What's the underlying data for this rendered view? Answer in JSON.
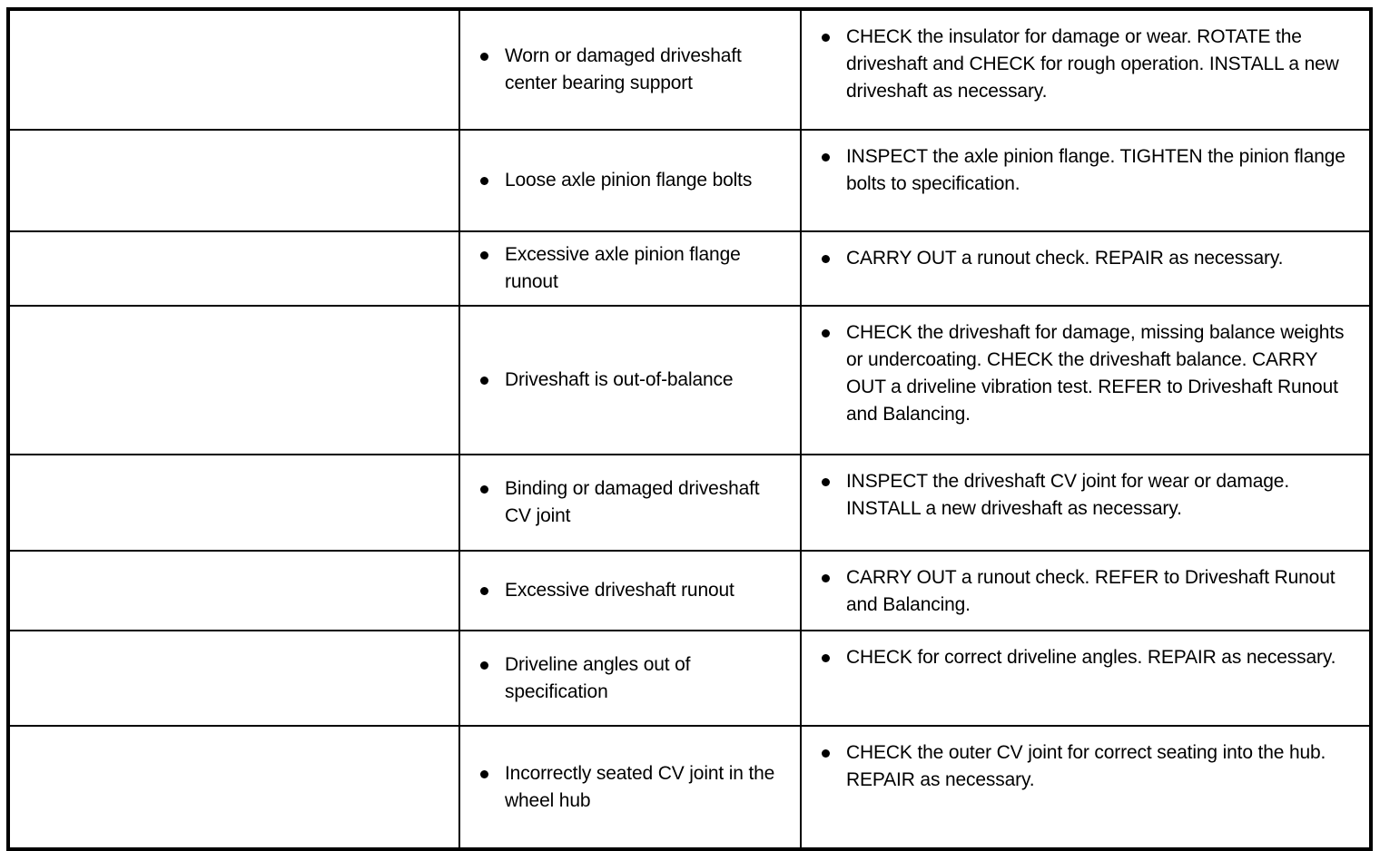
{
  "document": {
    "kind": "symptom-chart-table",
    "bullet_glyph": "round-bullet",
    "text_color": "#000000",
    "background_color": "#FFFFFF",
    "border_color": "#000000"
  },
  "table": {
    "column_count": 3,
    "row_count": 8,
    "columns": [
      {
        "key": "cause",
        "header": ""
      },
      {
        "key": "source",
        "header": ""
      },
      {
        "key": "action",
        "header": ""
      }
    ],
    "rows": [
      {
        "cause": "",
        "source": "Worn or damaged driveshaft center bearing support",
        "action": "CHECK the insulator for damage or wear. ROTATE the driveshaft and CHECK for rough operation. INSTALL a new driveshaft as necessary."
      },
      {
        "cause": "",
        "source": "Loose axle pinion flange bolts",
        "action": "INSPECT the axle pinion flange. TIGHTEN the pinion flange bolts to specification."
      },
      {
        "cause": "",
        "source": "Excessive axle pinion flange runout",
        "action": "CARRY OUT a runout check. REPAIR as necessary."
      },
      {
        "cause": "",
        "source": "Driveshaft is out-of-balance",
        "action": "CHECK the driveshaft for damage, missing balance weights or undercoating. CHECK the driveshaft balance. CARRY OUT a driveline vibration test. REFER to Driveshaft Runout and Balancing."
      },
      {
        "cause": "",
        "source": "Binding or damaged driveshaft CV joint",
        "action": "INSPECT the driveshaft CV joint for wear or damage. INSTALL a new driveshaft as necessary."
      },
      {
        "cause": "",
        "source": "Excessive driveshaft runout",
        "action": "CARRY OUT a runout check. REFER to Driveshaft Runout and Balancing."
      },
      {
        "cause": "",
        "source": "Driveline angles out of specification",
        "action": "CHECK for correct driveline angles. REPAIR as necessary."
      },
      {
        "cause": "",
        "source": "Incorrectly seated CV joint in the wheel hub",
        "action": "CHECK the outer CV joint for correct seating into the hub. REPAIR as necessary."
      }
    ]
  }
}
